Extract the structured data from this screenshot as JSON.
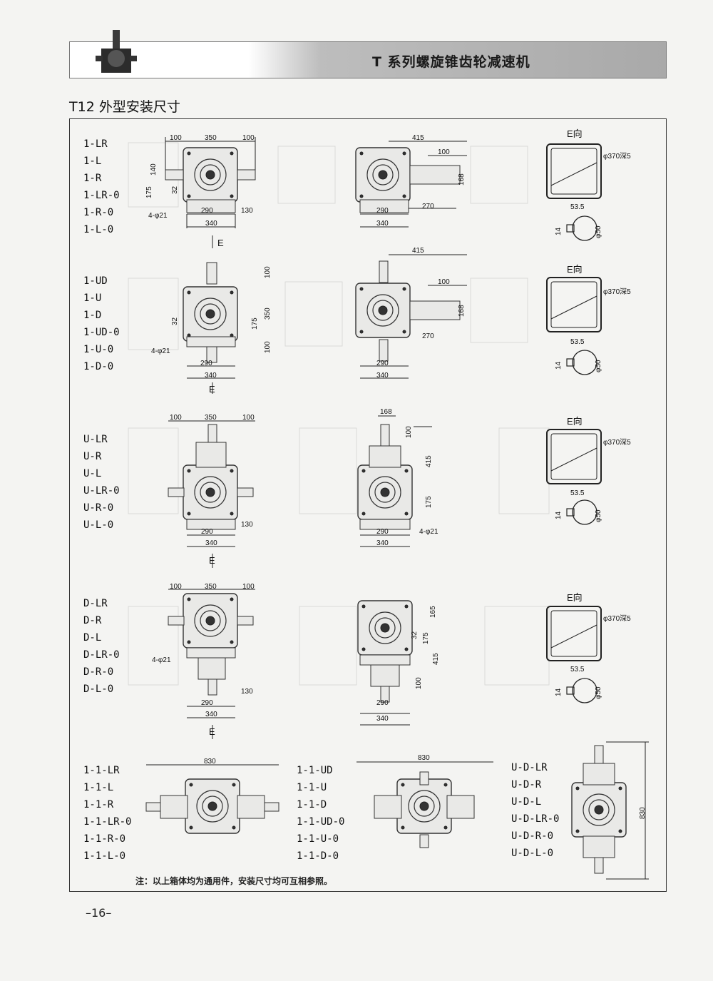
{
  "header": {
    "title": "T 系列螺旋锥齿轮减速机"
  },
  "section_title": "T12 外型安装尺寸",
  "groups": [
    {
      "labels": [
        "1-LR",
        "1-L",
        "1-R",
        "1-LR-0",
        "1-R-0",
        "1-L-0"
      ]
    },
    {
      "labels": [
        "1-UD",
        "1-U",
        "1-D",
        "1-UD-0",
        "1-U-0",
        "1-D-0"
      ]
    },
    {
      "labels": [
        "U-LR",
        "U-R",
        "U-L",
        "U-LR-0",
        "U-R-0",
        "U-L-0"
      ]
    },
    {
      "labels": [
        "D-LR",
        "D-R",
        "D-L",
        "D-LR-0",
        "D-R-0",
        "D-L-0"
      ]
    }
  ],
  "bottom_groups": [
    {
      "labels": [
        "1-1-LR",
        "1-1-L",
        "1-1-R",
        "1-1-LR-0",
        "1-1-R-0",
        "1-1-L-0"
      ]
    },
    {
      "labels": [
        "1-1-UD",
        "1-1-U",
        "1-1-D",
        "1-1-UD-0",
        "1-1-U-0",
        "1-1-D-0"
      ]
    },
    {
      "labels": [
        "U-D-LR",
        "U-D-R",
        "U-D-L",
        "U-D-LR-0",
        "U-D-R-0",
        "U-D-L-0"
      ]
    }
  ],
  "dims": {
    "d100": "100",
    "d350": "350",
    "d290": "290",
    "d340": "340",
    "d130": "130",
    "d140": "140",
    "d175": "175",
    "d32": "32",
    "d415": "415",
    "d168": "168",
    "d270": "270",
    "d165": "165",
    "d830": "830",
    "holes": "4-φ21",
    "flange": "φ370深5",
    "d53_5": "53.5",
    "d14": "14",
    "d50": "φ50",
    "e_view": "E向",
    "e": "E"
  },
  "note": "注：以上箱体均为通用件，安装尺寸均可互相参照。",
  "page_number": "–16–"
}
